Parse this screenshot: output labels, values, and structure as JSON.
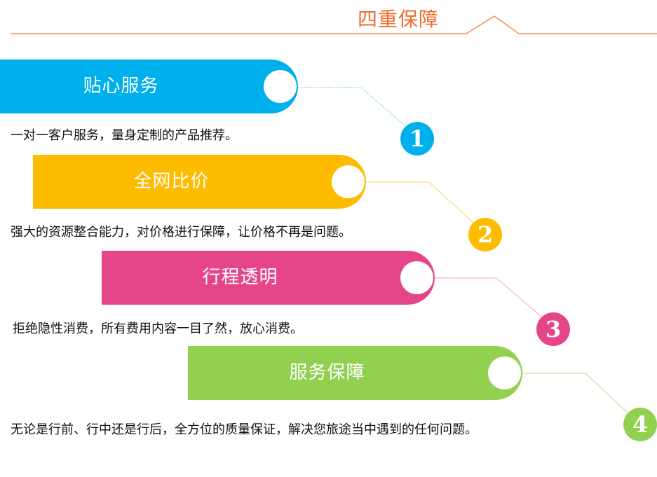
{
  "title": "四重保障",
  "colors": {
    "accent": "#f26b2b",
    "blue": "#00b0ec",
    "yellow": "#fdbc00",
    "pink": "#e5468a",
    "green": "#92d050"
  },
  "items": [
    {
      "number": "1",
      "label": "贴心服务",
      "description": "一对一客户服务，量身定制的产品推荐。",
      "color": "#00b0ec"
    },
    {
      "number": "2",
      "label": "全网比价",
      "description": "强大的资源整合能力，对价格进行保障，让价格不再是问题。",
      "color": "#fdbc00"
    },
    {
      "number": "3",
      "label": "行程透明",
      "description": "拒绝隐性消费，所有费用内容一目了然，放心消费。",
      "color": "#e5468a"
    },
    {
      "number": "4",
      "label": "服务保障",
      "description": "无论是行前、行中还是行后，全方位的质量保证，解决您旅途当中遇到的任何问题。",
      "color": "#92d050"
    }
  ]
}
